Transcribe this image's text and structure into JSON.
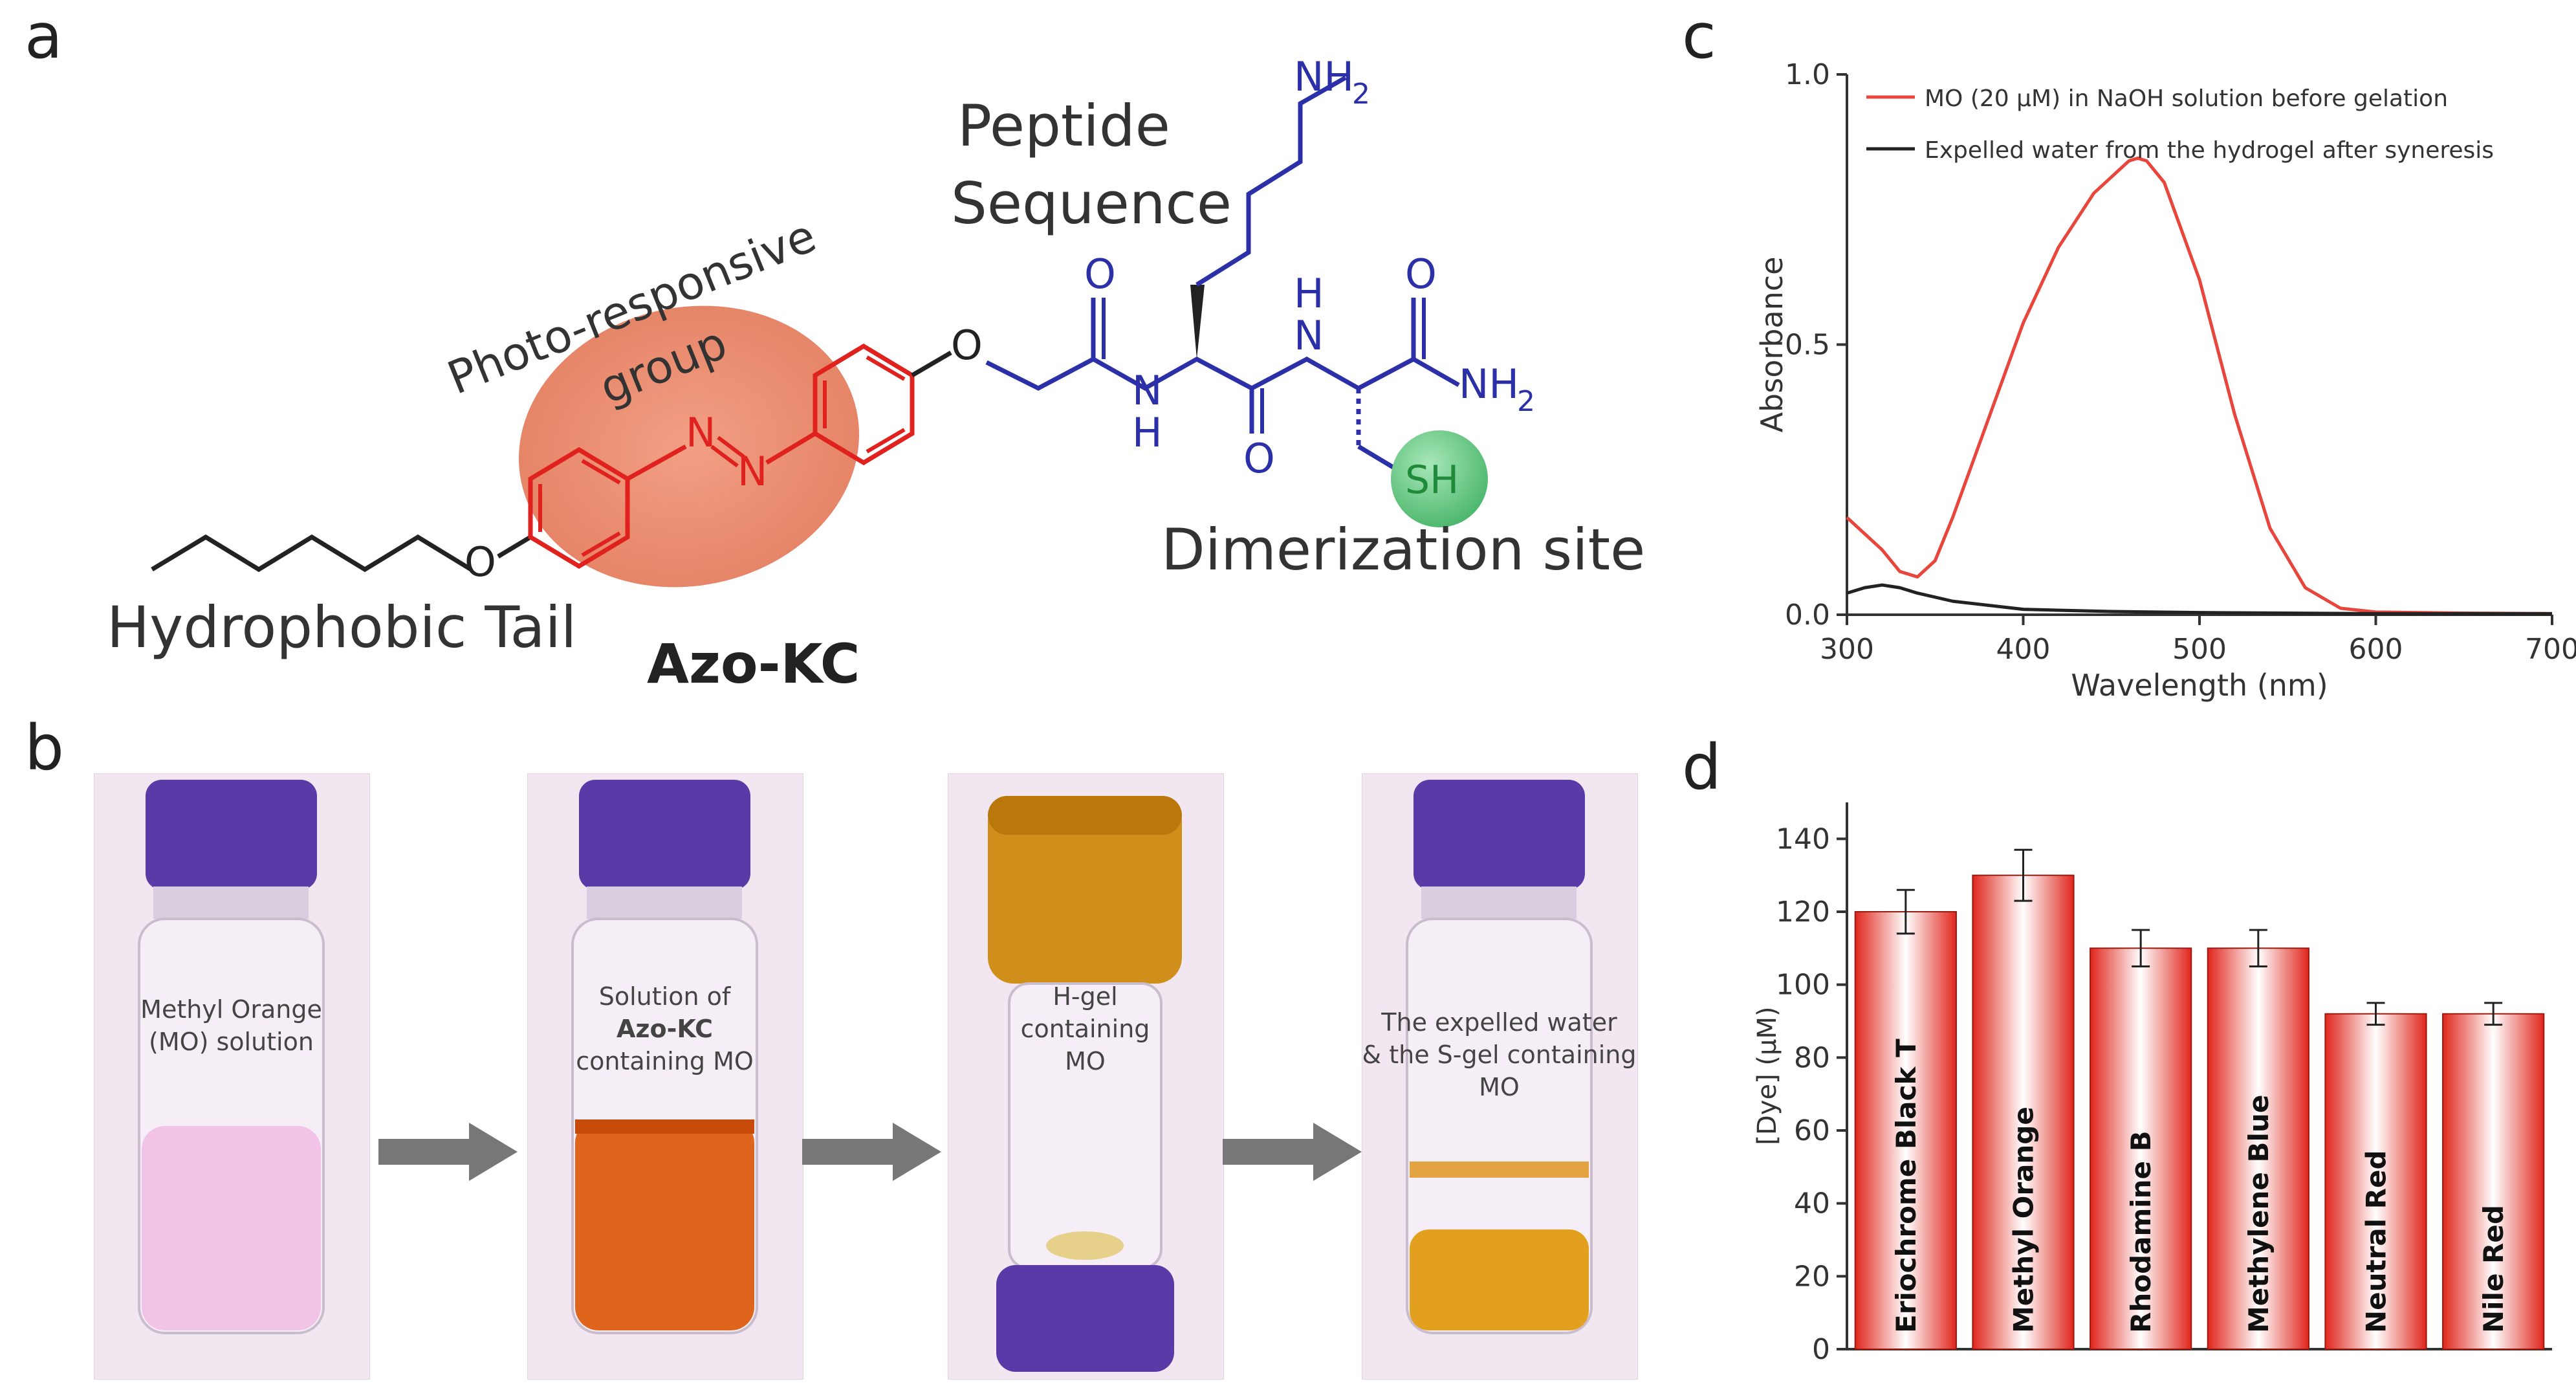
{
  "panels": {
    "a": {
      "letter": "a"
    },
    "b": {
      "letter": "b"
    },
    "c": {
      "letter": "c"
    },
    "d": {
      "letter": "d"
    }
  },
  "structure": {
    "peptide_label_1": "Peptide",
    "peptide_label_2": "Sequence",
    "photo_label_1": "Photo-responsive",
    "photo_label_2": "group",
    "tail_label": "Hydrophobic Tail",
    "dimer_label": "Dimerization site",
    "compound_name": "Azo-KC",
    "atoms": {
      "nh2_top": "NH",
      "nh2_top_sub": "2",
      "nh2_right": "NH",
      "nh2_right_sub": "2",
      "o": "O",
      "n": "N",
      "h": "H",
      "sh": "SH"
    }
  },
  "vials": [
    {
      "line1": "Methyl Orange",
      "line2": "(MO) solution",
      "line3": ""
    },
    {
      "line1": "Solution of",
      "line2": "Azo-KC",
      "line3": "containing MO"
    },
    {
      "line1": "H-gel",
      "line2": "containing",
      "line3": "MO"
    },
    {
      "line1": "The expelled water",
      "line2": "& the S-gel containing",
      "line3": "MO"
    }
  ],
  "chart_data": [
    {
      "type": "line",
      "xlabel": "Wavelength (nm)",
      "ylabel": "Absorbance",
      "xlim": [
        300,
        700
      ],
      "ylim": [
        0,
        1.0
      ],
      "xticks": [
        "300",
        "400",
        "500",
        "600",
        "700"
      ],
      "yticks": [
        "0.0",
        "0.5",
        "1.0"
      ],
      "legend_position": "top-right",
      "series": [
        {
          "name": "MO (20 μM) in NaOH solution before gelation",
          "color": "#e8463c",
          "x": [
            300,
            310,
            320,
            330,
            340,
            350,
            360,
            380,
            400,
            420,
            440,
            460,
            465,
            470,
            480,
            500,
            520,
            540,
            560,
            580,
            600,
            650,
            700
          ],
          "y": [
            0.18,
            0.15,
            0.12,
            0.08,
            0.07,
            0.1,
            0.18,
            0.36,
            0.54,
            0.68,
            0.78,
            0.84,
            0.845,
            0.84,
            0.8,
            0.62,
            0.37,
            0.16,
            0.05,
            0.012,
            0.005,
            0.003,
            0.002
          ]
        },
        {
          "name": "Expelled water from the hydrogel after syneresis",
          "color": "#222222",
          "x": [
            300,
            310,
            320,
            330,
            340,
            360,
            400,
            450,
            500,
            550,
            600,
            650,
            700
          ],
          "y": [
            0.04,
            0.05,
            0.055,
            0.05,
            0.04,
            0.025,
            0.01,
            0.006,
            0.004,
            0.003,
            0.002,
            0.002,
            0.002
          ]
        }
      ]
    },
    {
      "type": "bar",
      "ylabel": "[Dye] (μM)",
      "ylim": [
        0,
        150
      ],
      "yticks": [
        "0",
        "20",
        "40",
        "60",
        "80",
        "100",
        "120",
        "140"
      ],
      "grid": false,
      "categories": [
        "Eriochrome Black T",
        "Methyl Orange",
        "Rhodamine B",
        "Methylene Blue",
        "Neutral Red",
        "Nile Red"
      ],
      "values": [
        120,
        130,
        110,
        110,
        92,
        92
      ],
      "errors": [
        6,
        7,
        5,
        5,
        3,
        3
      ],
      "bar_color": "#e0261c"
    }
  ]
}
